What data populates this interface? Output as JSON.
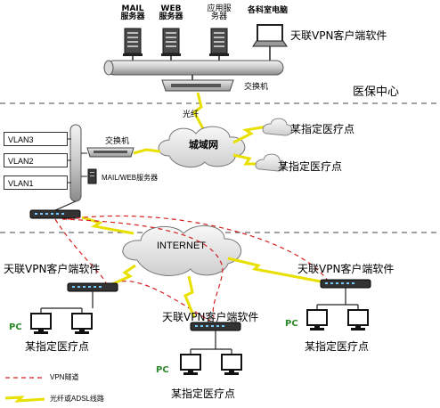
{
  "servers": {
    "mail": "MAIL\n服务器",
    "web": "WEB\n服务器",
    "app": "应用服\n务器",
    "office_pc": "各科室电脑"
  },
  "labels": {
    "vpn_client_top": "天联VPN客户端软件",
    "switch_top": "交换机",
    "medical_center": "医保中心",
    "fiber": "光纤",
    "metro": "城域网",
    "hospital_1": "某指定医疗点",
    "hospital_2": "某指定医疗点",
    "switch_mid": "交换机",
    "mail_web_server": "MAIL/WEB服务器",
    "internet": "INTERNET",
    "vpn_client_left": "天联VPN客户端软件",
    "vpn_client_right": "天联VPN客户端软件",
    "vpn_client_bottom": "天联VPN客户端软件",
    "pc_left": "PC",
    "pc_right": "PC",
    "pc_bottom": "PC",
    "site_left": "某指定医疗点",
    "site_right": "某指定医疗点",
    "site_bottom": "某指定医疗点"
  },
  "vlans": [
    "VLAN3",
    "VLAN2",
    "VLAN1"
  ],
  "legend": {
    "vpn_tunnel": "VPN隧道",
    "fiber_adsl": "光纤或ADSL线路"
  },
  "colors": {
    "vpn_tunnel": "#d62020",
    "link": "#e8e000",
    "pc_label": "#2a8a2a"
  }
}
